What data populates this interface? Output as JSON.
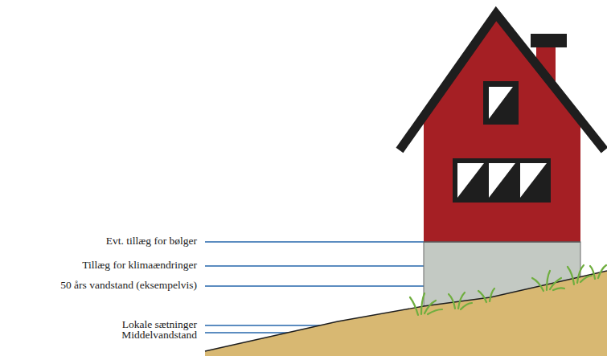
{
  "diagram": {
    "labels": [
      "Evt. tillæg for bølger",
      "Tillæg for klimaændringer",
      "50 års vandstand (eksempelvis)",
      "Lokale sætninger",
      "Middelvandstand"
    ]
  }
}
